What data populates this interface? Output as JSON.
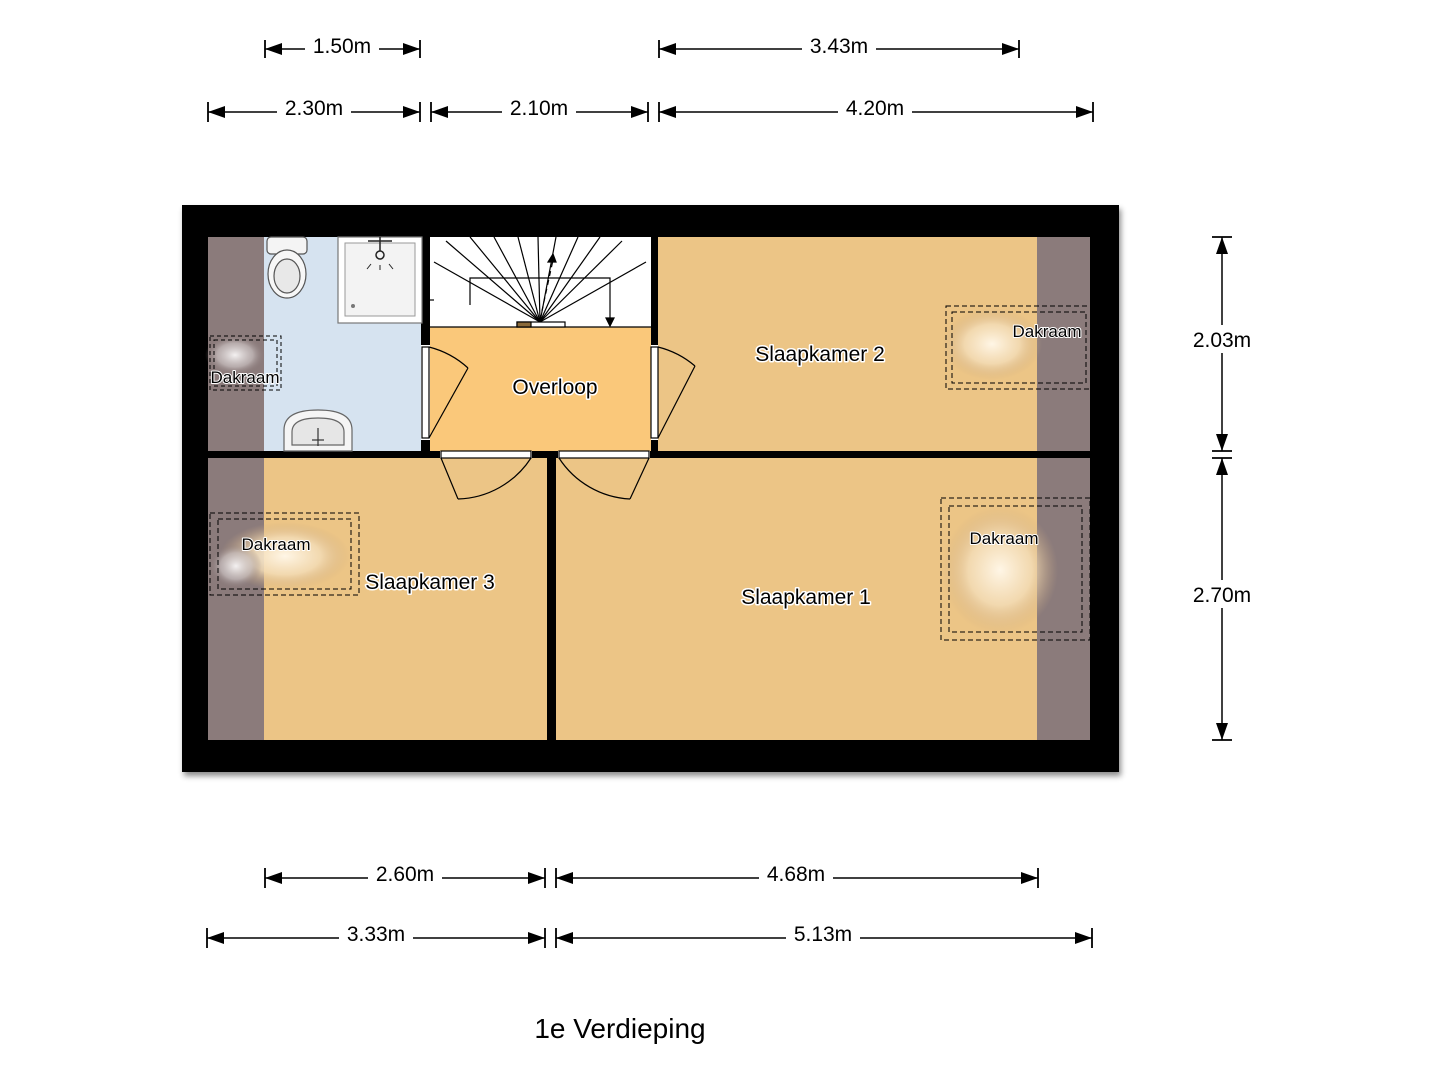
{
  "title": "1e Verdieping",
  "rooms": {
    "overloop": "Overloop",
    "slaapkamer_1": "Slaapkamer 1",
    "slaapkamer_2": "Slaapkamer 2",
    "slaapkamer_3": "Slaapkamer 3"
  },
  "skylights": {
    "left_top": "Dakraam",
    "left_bottom": "Dakraam",
    "right_top": "Dakraam",
    "right_bottom": "Dakraam"
  },
  "dimensions": {
    "top_row1_a": "1.50m",
    "top_row1_b": "3.43m",
    "top_row2_a": "2.30m",
    "top_row2_b": "2.10m",
    "top_row2_c": "4.20m",
    "right_a": "2.03m",
    "right_b": "2.70m",
    "bottom_row1_a": "2.60m",
    "bottom_row1_b": "4.68m",
    "bottom_row2_a": "3.33m",
    "bottom_row2_b": "5.13m"
  },
  "colors": {
    "wall": "#000000",
    "room_fill": "#ecc586",
    "overloop_fill": "#fac87a",
    "bathroom_fill": "#d6e3f0",
    "slope_fill": "#8b7b7b"
  }
}
